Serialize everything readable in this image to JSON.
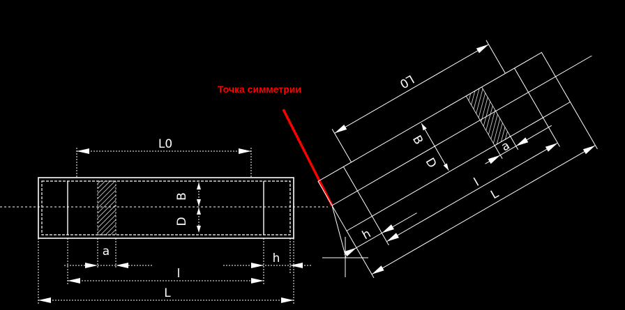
{
  "colors": {
    "background": "#000000",
    "lines": "#ffffff",
    "annotation": "#ff0000"
  },
  "annotation": {
    "text": "Точка симметрии"
  },
  "left_view": {
    "dim_L0": "L0",
    "dim_l": "l",
    "dim_L": "L",
    "dim_a": "a",
    "dim_h": "h",
    "dim_B": "B",
    "dim_D": "D"
  },
  "right_view": {
    "dim_L0": "L0",
    "dim_l": "l",
    "dim_L": "L",
    "dim_a": "a",
    "dim_h": "h",
    "dim_B": "B",
    "dim_D": "D"
  }
}
